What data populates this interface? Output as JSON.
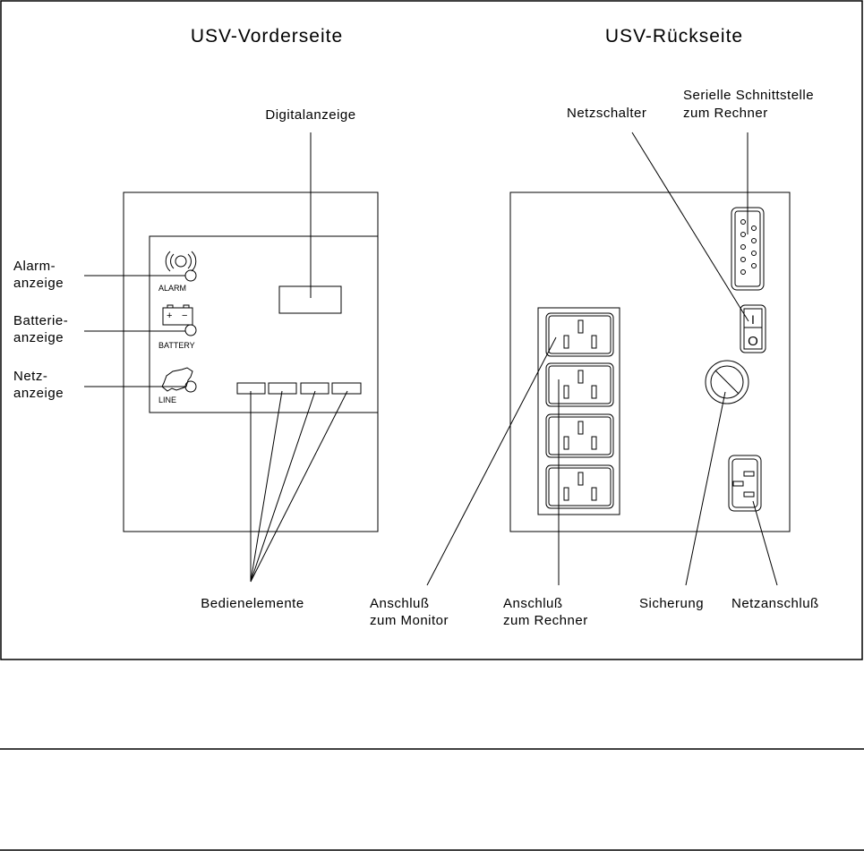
{
  "front": {
    "title": "USV-Vorderseite",
    "labels": {
      "display": "Digitalanzeige",
      "alarm": [
        "Alarm-",
        "anzeige"
      ],
      "battery": [
        "Batterie-",
        "anzeige"
      ],
      "line": [
        "Netz-",
        "anzeige"
      ],
      "controls": "Bedienelemente"
    },
    "panel_text": {
      "alarm": "ALARM",
      "battery": "BATTERY",
      "line": "LINE",
      "plus": "+",
      "minus": "−"
    }
  },
  "back": {
    "title": "USV-Rückseite",
    "labels": {
      "power_switch": "Netzschalter",
      "serial": [
        "Serielle Schnittstelle",
        "zum Rechner"
      ],
      "monitor_outlet": [
        "Anschluß",
        "zum Monitor"
      ],
      "computer_outlet": [
        "Anschluß",
        "zum Rechner"
      ],
      "fuse": "Sicherung",
      "power_inlet": "Netzanschluß"
    },
    "switch_text": {
      "on": "I",
      "off": "O"
    }
  }
}
